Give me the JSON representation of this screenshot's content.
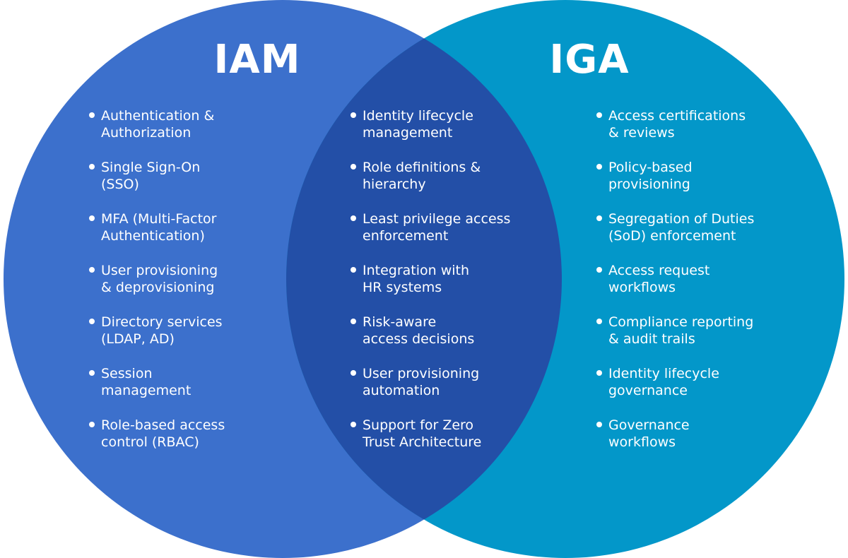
{
  "diagram": {
    "type": "venn",
    "colors": {
      "iam_circle": "#3c70cc",
      "iga_circle": "#0397c9",
      "overlap": "#234fa7",
      "text": "#ffffff",
      "background": "#ffffff"
    },
    "sets": [
      {
        "key": "iam",
        "label": "IAM"
      },
      {
        "key": "iga",
        "label": "IGA"
      }
    ],
    "iam_items": [
      "Authentication &\nAuthorization",
      "Single Sign-On\n(SSO)",
      "MFA (Multi-Factor\nAuthentication)",
      "User provisioning\n& deprovisioning",
      "Directory services\n(LDAP, AD)",
      "Session\nmanagement",
      "Role-based access\ncontrol (RBAC)"
    ],
    "shared_items": [
      "Identity lifecycle\nmanagement",
      "Role definitions &\nhierarchy",
      "Least privilege access\nenforcement",
      "Integration with\nHR systems",
      "Risk-aware\naccess decisions",
      "User provisioning\nautomation",
      "Support for Zero\nTrust Architecture"
    ],
    "iga_items": [
      "Access certifications\n& reviews",
      "Policy-based\nprovisioning",
      "Segregation of Duties\n(SoD) enforcement",
      "Access request\nworkflows",
      "Compliance reporting\n& audit trails",
      "Identity lifecycle\ngovernance",
      "Governance\nworkflows"
    ]
  }
}
